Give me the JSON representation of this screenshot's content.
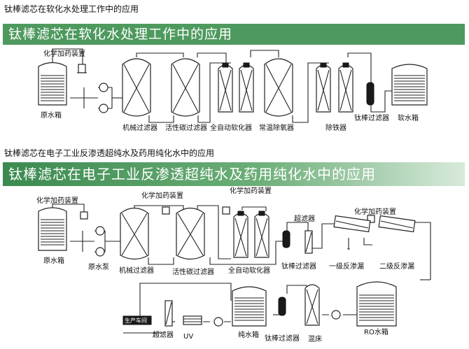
{
  "captions": {
    "top": "钛棒滤芯在软化水处理工作中的应用",
    "bottom": "钛棒滤芯在电子工业反渗透超纯水及药用纯化水中的应用"
  },
  "banners": {
    "top": "钛棒滤芯在软化水处理工作中的应用",
    "bottom": "钛棒滤芯在电子工业反渗透超纯水及药用纯化水中的应用"
  },
  "diagram1": {
    "dosing": "化学加药装置",
    "raw_tank": "原水箱",
    "mech_filter": "机械过滤器",
    "carbon_filter": "活性碳过滤器",
    "softener": "全自动软化器",
    "deaerator": "常温除氧器",
    "iron_removal": "除铁器",
    "ti_filter": "钛棒过滤器",
    "soft_tank": "软水箱"
  },
  "diagram2": {
    "dosing_1": "化学加药装置",
    "dosing_2": "化学加药装置",
    "dosing_3": "化学加药装置",
    "dosing_4": "化学加药装置",
    "raw_tank": "原水箱",
    "raw_pump": "原水泵",
    "mech_filter": "机械过滤器",
    "carbon_filter": "活性碳过滤器",
    "softener": "全自动软化器",
    "ultrafilter_1": "超滤器",
    "ti_filter_1": "钛棒过滤器",
    "ro_1": "一级反渗漏",
    "ro_2": "二级反渗漏",
    "ro_tank": "RO水箱",
    "mixed_bed": "混床",
    "ti_filter_2": "钛棒过滤器",
    "pure_tank": "纯水箱",
    "uv": "UV",
    "ultrafilter_2": "超滤器",
    "workshop": "生产车间"
  }
}
